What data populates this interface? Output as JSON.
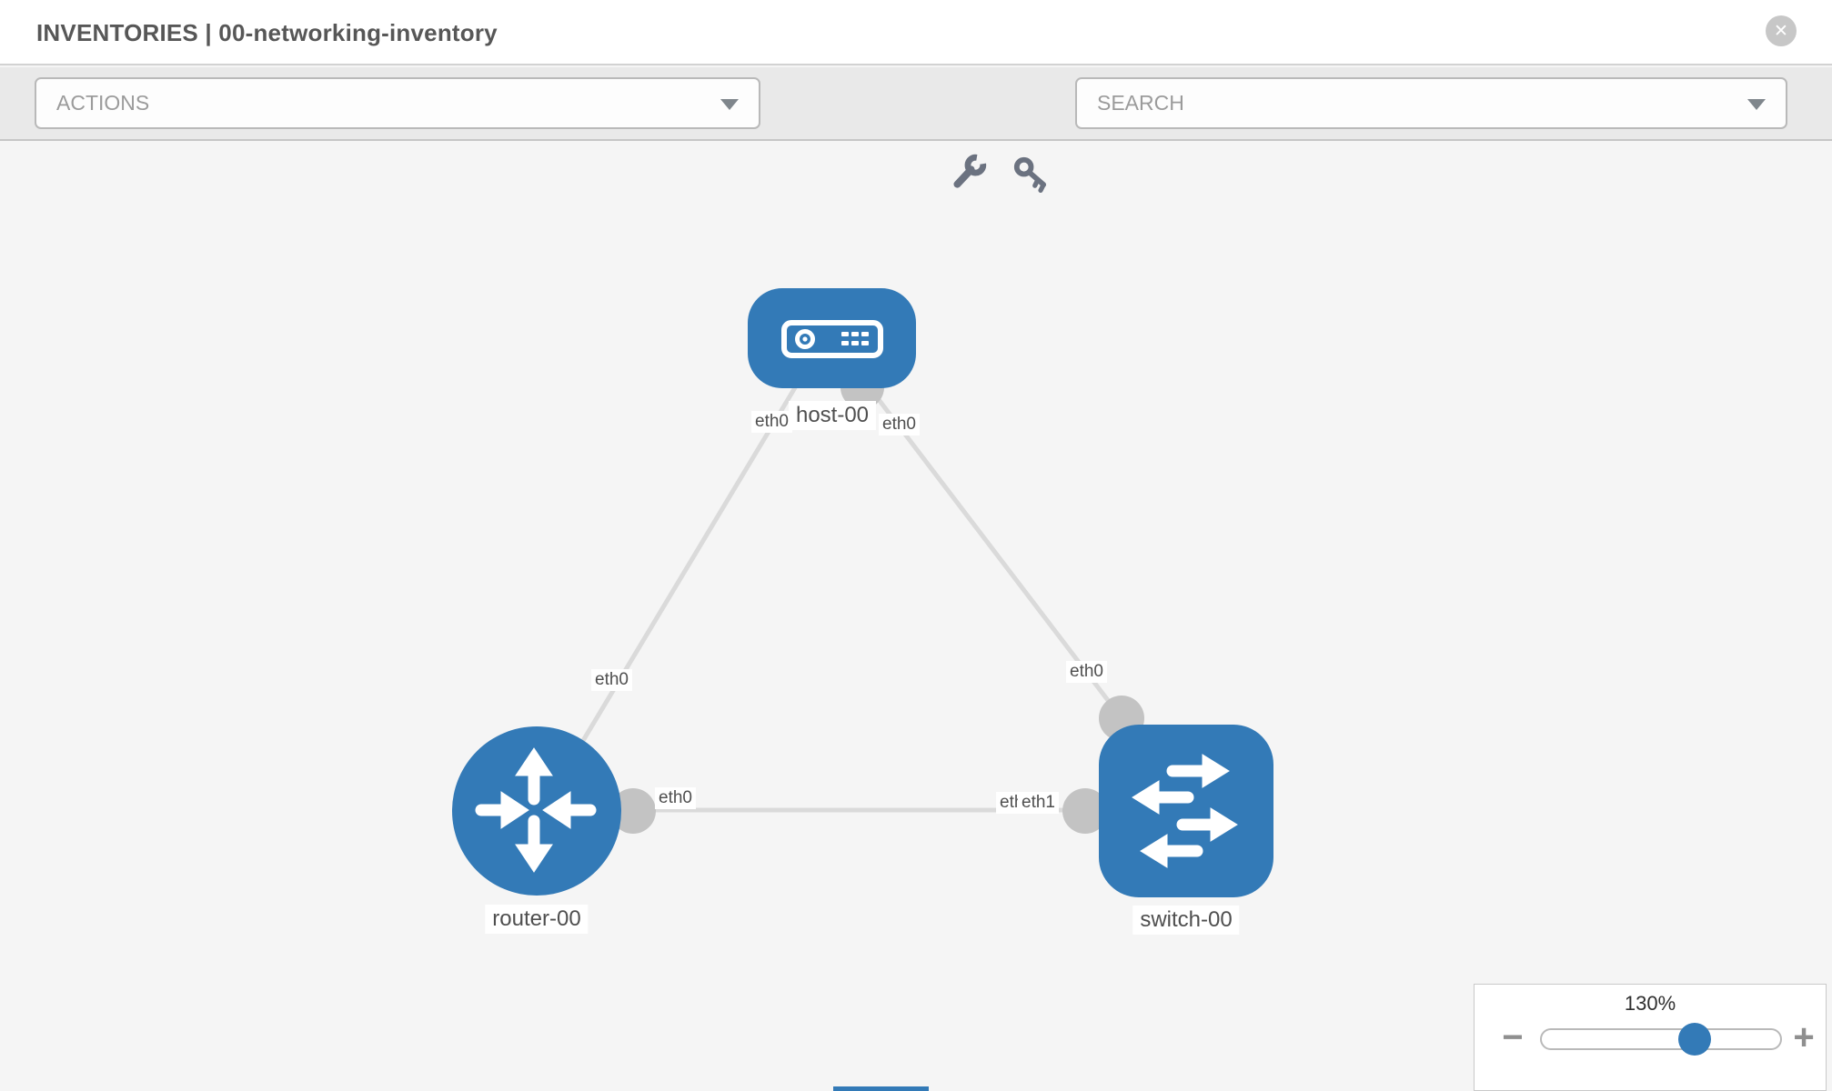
{
  "header": {
    "title": "INVENTORIES | 00-networking-inventory",
    "close_glyph": "✕"
  },
  "toolbar": {
    "actions_placeholder": "ACTIONS",
    "search_placeholder": "SEARCH",
    "icons": [
      "wrench-icon",
      "key-icon"
    ]
  },
  "topology": {
    "nodes": [
      {
        "name": "host-00",
        "type": "host"
      },
      {
        "name": "router-00",
        "type": "router"
      },
      {
        "name": "switch-00",
        "type": "switch"
      }
    ],
    "links": [
      {
        "source": "host-00",
        "source_interface": "eth0",
        "target": "router-00",
        "target_interface": "eth0"
      },
      {
        "source": "host-00",
        "source_interface": "eth0",
        "target": "switch-00",
        "target_interface": "eth0"
      },
      {
        "source": "router-00",
        "source_interface": "eth0",
        "target": "switch-00",
        "target_interface": "eth1"
      }
    ],
    "overlapping_labels_at_switch_left": {
      "under": "eth0",
      "over": "eth1"
    }
  },
  "zoom_control": {
    "level": "130%",
    "minus_glyph": "−",
    "plus_glyph": "+"
  },
  "colors": {
    "node_blue": "#337ab7",
    "link_gray": "#dadada",
    "port_gray": "#c3c3c3",
    "toolbar_bg": "#e9e9e9",
    "canvas_bg": "#f5f5f5"
  }
}
